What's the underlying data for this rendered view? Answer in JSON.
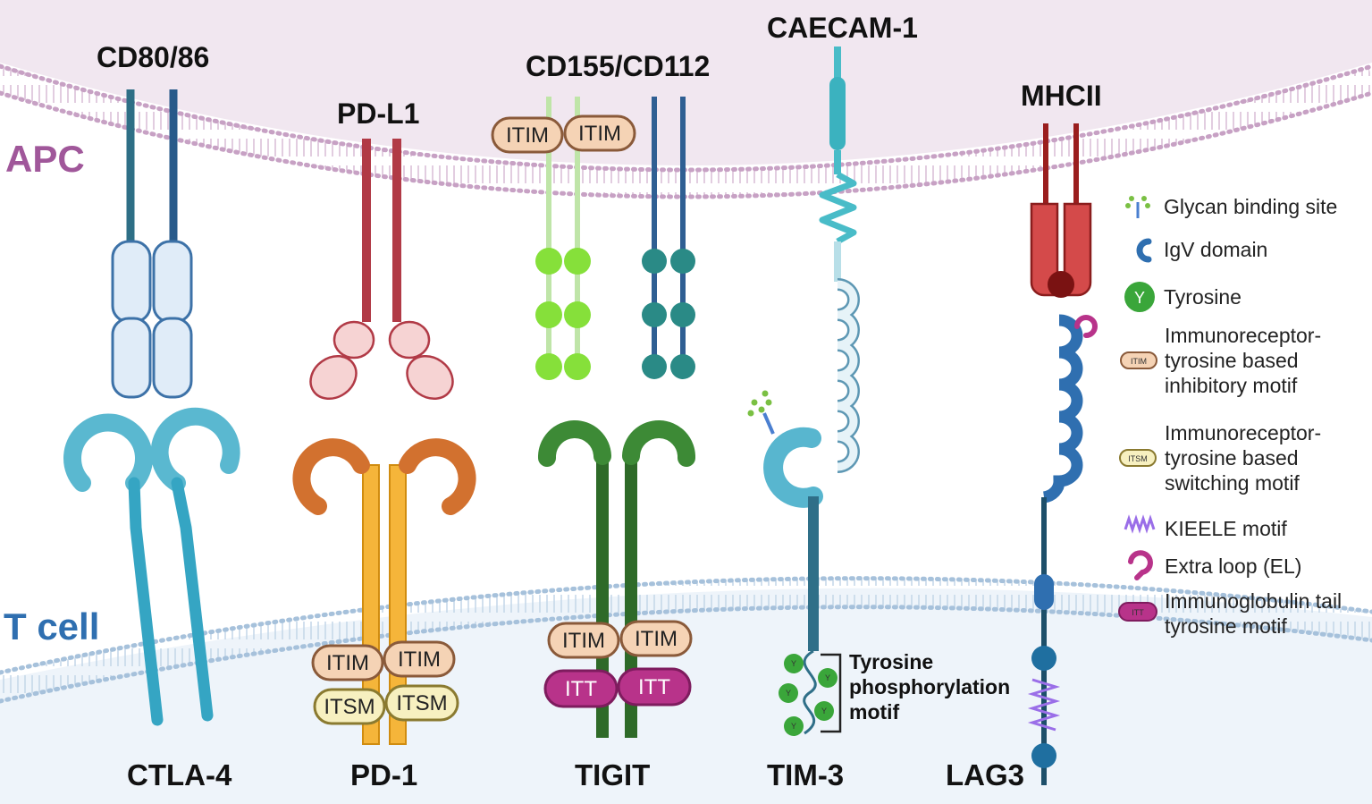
{
  "regions": {
    "apc": "APC",
    "tcell": "T cell"
  },
  "ligands": {
    "cd80_86": "CD80/86",
    "pdl1": "PD-L1",
    "cd155_cd112": "CD155/CD112",
    "caecam1": "CAECAM-1",
    "mhcii": "MHCII"
  },
  "receptors": {
    "ctla4": "CTLA-4",
    "pd1": "PD-1",
    "tigit": "TIGIT",
    "tim3": "TIM-3",
    "lag3": "LAG3"
  },
  "motifs": {
    "itim": "ITIM",
    "itsm": "ITSM",
    "itt": "ITT",
    "tyrosine_symbol": "Y"
  },
  "tim3_annotation": [
    "Tyrosine",
    "phosphorylation",
    "motif"
  ],
  "legend": {
    "glycan": "Glycan binding site",
    "igv": "IgV domain",
    "tyrosine": "Tyrosine",
    "itim_desc": [
      "Immunoreceptor-",
      "tyrosine based",
      "inhibitory motif"
    ],
    "itsm_desc": [
      "Immunoreceptor-",
      "tyrosine based",
      "switching motif"
    ],
    "kieele": "KIEELE motif",
    "extra_loop": "Extra loop (EL)",
    "itt_desc": [
      "Immunoglobulin tail",
      "tyrosine motif"
    ]
  },
  "colors": {
    "apc_bg": "#f0e6ef",
    "tcell_bg": "#eef4fa",
    "apc_membrane": "#c9a0c5",
    "tcell_membrane": "#a9c3dc",
    "apc_text": "#a0579a",
    "tcell_text": "#2f6fb0",
    "itim_fill": "#f5d3b5",
    "itim_stroke": "#8a5a3a",
    "itsm_fill": "#f7f0c0",
    "itt_fill": "#b8338a"
  }
}
